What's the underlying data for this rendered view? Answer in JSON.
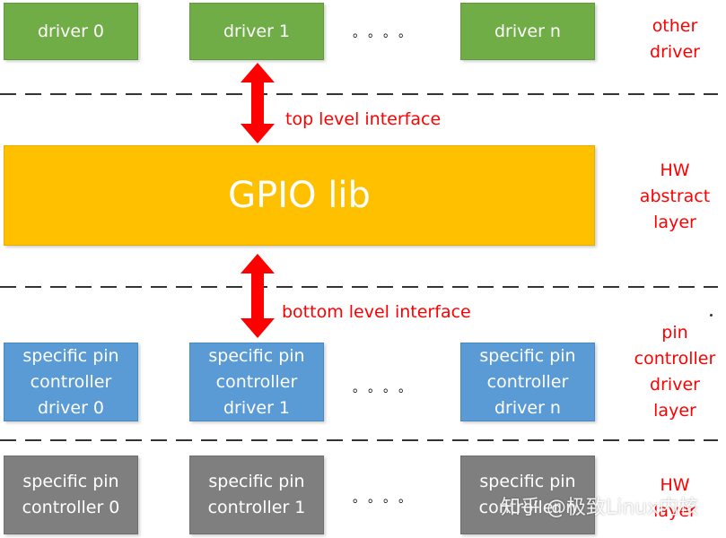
{
  "top_drivers": [
    "driver 0",
    "driver 1",
    "driver n"
  ],
  "ellipsis": "。。。。",
  "labels": {
    "other_driver": "other\ndriver",
    "hw_abstract": "HW\nabstract\nlayer",
    "pin_controller_driver_layer": "pin\ncontroller\ndriver\nlayer",
    "hw_layer": "HW\nlayer"
  },
  "interfaces": {
    "top": "top level interface",
    "bottom": "bottom level interface"
  },
  "gpio_lib": "GPIO lib",
  "pin_controller_drivers": [
    "specific pin\ncontroller\ndriver 0",
    "specific pin\ncontroller\ndriver 1",
    "specific pin\ncontroller\ndriver n"
  ],
  "pin_controllers": [
    "specific pin\ncontroller  0",
    "specific pin\ncontroller  1",
    "specific pin\ncontroller  n"
  ],
  "watermark": "知乎 @极致Linux内核",
  "colors": {
    "driver": "#70ad47",
    "gpio": "#ffc000",
    "pin_driver": "#5b9bd5",
    "pin_controller": "#7f7f7f",
    "arrow": "#ff0000",
    "label": "#ff0000"
  }
}
